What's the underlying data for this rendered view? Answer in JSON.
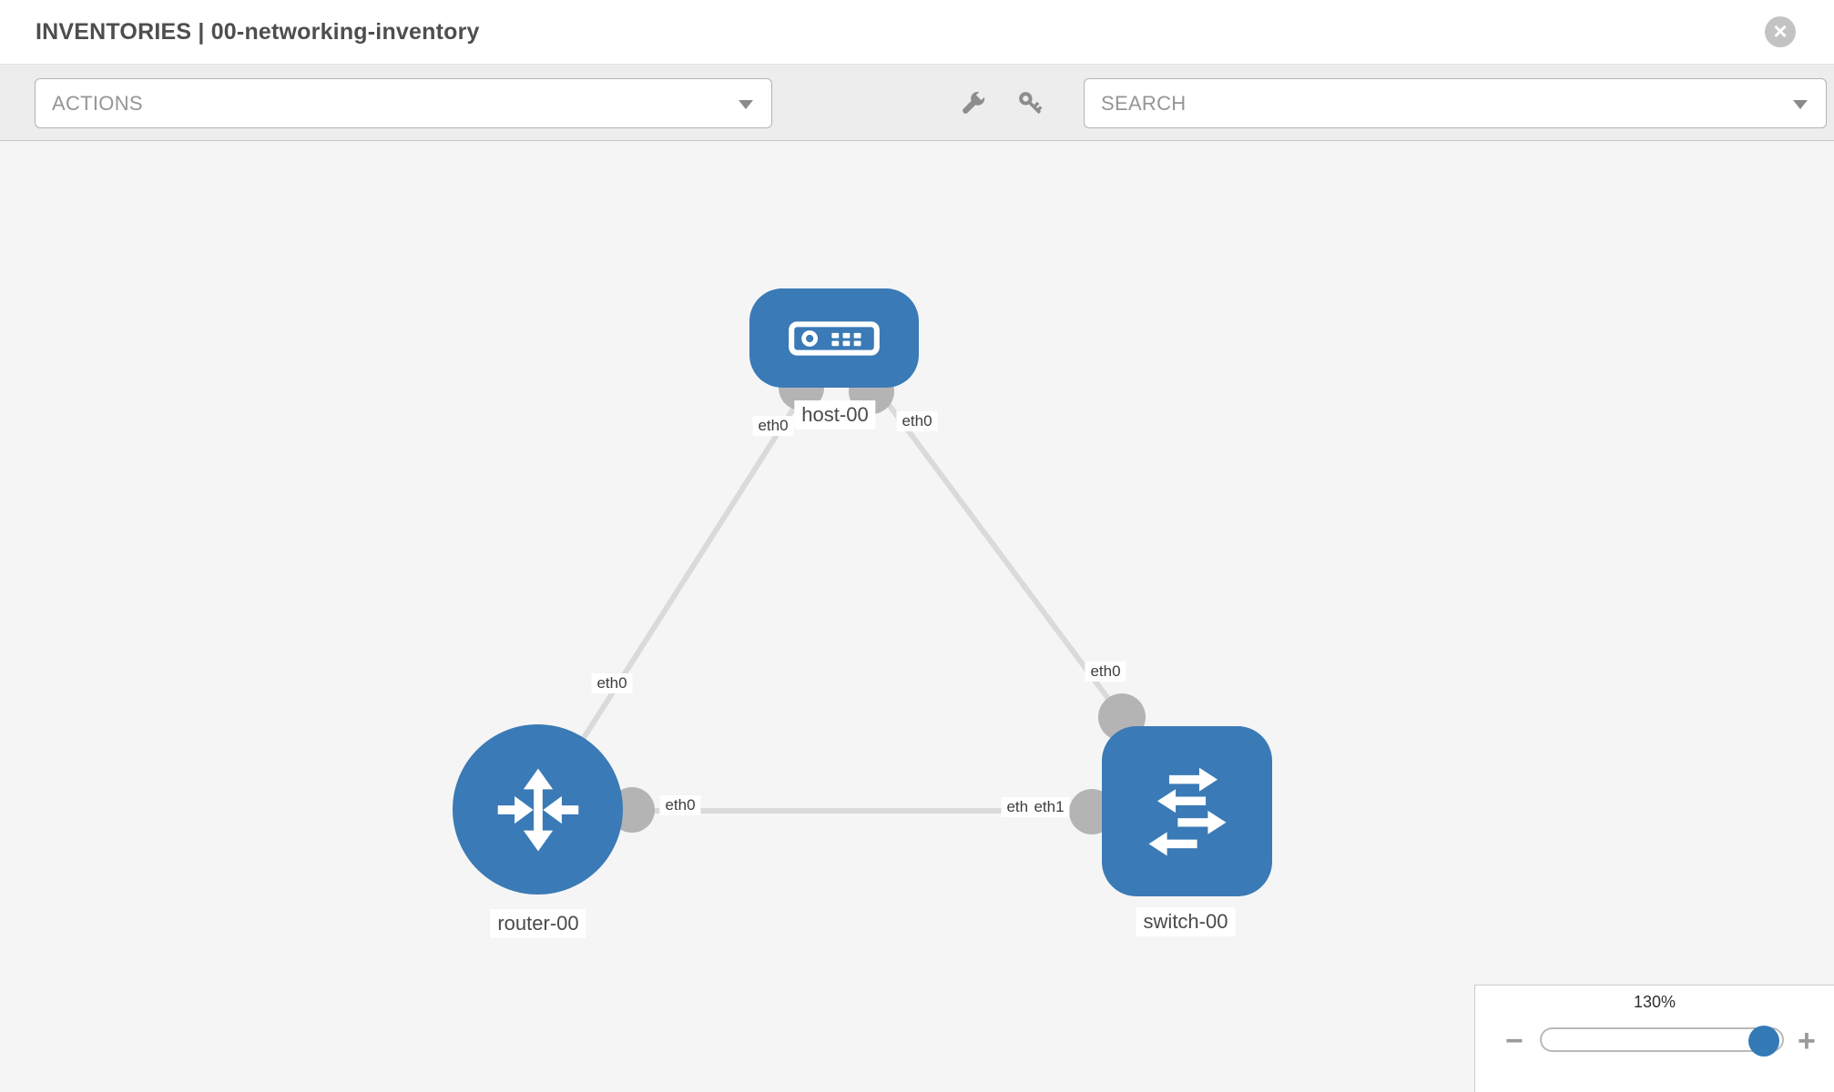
{
  "header": {
    "title": "INVENTORIES | 00-networking-inventory",
    "close_glyph": "×"
  },
  "toolbar": {
    "actions_label": "ACTIONS",
    "search_placeholder": "SEARCH",
    "icons": [
      "wrench-icon",
      "key-icon"
    ]
  },
  "colors": {
    "node_blue": "#3a7ab6",
    "knob_blue": "#337ab7",
    "port_gray": "#b4b4b4",
    "link_gray": "#dadada",
    "canvas_bg": "#f5f5f5",
    "toolbar_bg": "#ededed"
  },
  "topology": {
    "nodes": [
      {
        "id": "host-00",
        "label": "host-00",
        "type": "host",
        "icon": "host-icon"
      },
      {
        "id": "router-00",
        "label": "router-00",
        "type": "router",
        "icon": "router-icon"
      },
      {
        "id": "switch-00",
        "label": "switch-00",
        "type": "switch",
        "icon": "switch-icon"
      }
    ],
    "links": [
      {
        "from": "host-00",
        "to": "router-00",
        "from_port": "eth0",
        "to_port": "eth0"
      },
      {
        "from": "host-00",
        "to": "switch-00",
        "from_port": "eth0",
        "to_port": "eth0"
      },
      {
        "from": "router-00",
        "to": "switch-00",
        "from_port": "eth0",
        "to_port": "eth1"
      }
    ],
    "port_labels": [
      {
        "text": "eth0",
        "near": "host-left"
      },
      {
        "text": "eth0",
        "near": "host-right"
      },
      {
        "text": "eth0",
        "near": "router-top"
      },
      {
        "text": "eth0",
        "near": "router-right"
      },
      {
        "text": "eth0",
        "near": "switch-top"
      },
      {
        "text": "eth0",
        "near": "switch-left-under"
      },
      {
        "text": "eth1",
        "near": "switch-left-over"
      }
    ]
  },
  "zoom_control": {
    "value_label": "130%",
    "value_percent": 130,
    "minus_label": "−",
    "plus_label": "+"
  }
}
